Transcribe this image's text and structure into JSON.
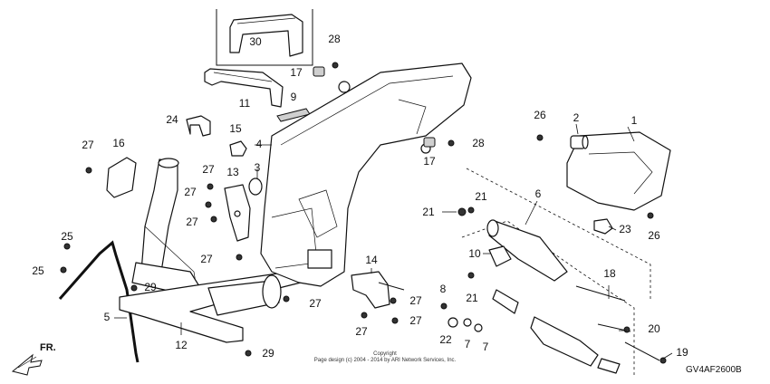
{
  "callouts": [
    {
      "id": "c1",
      "label": "1"
    },
    {
      "id": "c2",
      "label": "2"
    },
    {
      "id": "c3",
      "label": "3"
    },
    {
      "id": "c4",
      "label": "4"
    },
    {
      "id": "c5",
      "label": "5"
    },
    {
      "id": "c6",
      "label": "6"
    },
    {
      "id": "c7a",
      "label": "7"
    },
    {
      "id": "c7b",
      "label": "7"
    },
    {
      "id": "c8",
      "label": "8"
    },
    {
      "id": "c9",
      "label": "9"
    },
    {
      "id": "c10",
      "label": "10"
    },
    {
      "id": "c11",
      "label": "11"
    },
    {
      "id": "c12",
      "label": "12"
    },
    {
      "id": "c13",
      "label": "13"
    },
    {
      "id": "c14",
      "label": "14"
    },
    {
      "id": "c15",
      "label": "15"
    },
    {
      "id": "c16",
      "label": "16"
    },
    {
      "id": "c17a",
      "label": "17"
    },
    {
      "id": "c17b",
      "label": "17"
    },
    {
      "id": "c18",
      "label": "18"
    },
    {
      "id": "c19",
      "label": "19"
    },
    {
      "id": "c20",
      "label": "20"
    },
    {
      "id": "c21a",
      "label": "21"
    },
    {
      "id": "c21b",
      "label": "21"
    },
    {
      "id": "c21c",
      "label": "21"
    },
    {
      "id": "c22",
      "label": "22"
    },
    {
      "id": "c23",
      "label": "23"
    },
    {
      "id": "c24",
      "label": "24"
    },
    {
      "id": "c25a",
      "label": "25"
    },
    {
      "id": "c25b",
      "label": "25"
    },
    {
      "id": "c26a",
      "label": "26"
    },
    {
      "id": "c26b",
      "label": "26"
    },
    {
      "id": "c27a",
      "label": "27"
    },
    {
      "id": "c27b",
      "label": "27"
    },
    {
      "id": "c27c",
      "label": "27"
    },
    {
      "id": "c27d",
      "label": "27"
    },
    {
      "id": "c27e",
      "label": "27"
    },
    {
      "id": "c27f",
      "label": "27"
    },
    {
      "id": "c27g",
      "label": "27"
    },
    {
      "id": "c27h",
      "label": "27"
    },
    {
      "id": "c27i",
      "label": "27"
    },
    {
      "id": "c28a",
      "label": "28"
    },
    {
      "id": "c28b",
      "label": "28"
    },
    {
      "id": "c29a",
      "label": "29"
    },
    {
      "id": "c29b",
      "label": "29"
    },
    {
      "id": "c30",
      "label": "30"
    }
  ],
  "front_arrow_label": "FR.",
  "copyright_lines": [
    "Copyright",
    "Page design (c) 2004 - 2014 by ARI Network Services, Inc."
  ],
  "diagram_code": "GV4AF2600B"
}
